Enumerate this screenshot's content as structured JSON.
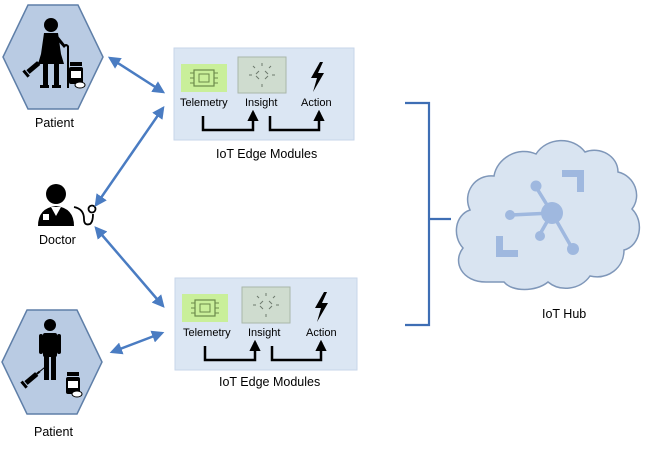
{
  "patients": [
    {
      "label": "Patient"
    },
    {
      "label": "Patient"
    }
  ],
  "doctor": {
    "label": "Doctor"
  },
  "edge_groups": [
    {
      "caption": "IoT Edge Modules",
      "modules": [
        {
          "label": "Telemetry"
        },
        {
          "label": "Insight"
        },
        {
          "label": "Action"
        }
      ]
    },
    {
      "caption": "IoT Edge Modules",
      "modules": [
        {
          "label": "Telemetry"
        },
        {
          "label": "Insight"
        },
        {
          "label": "Action"
        }
      ]
    }
  ],
  "hub": {
    "label": "IoT Hub"
  },
  "colors": {
    "hexagon_fill": "#b9cbe3",
    "hexagon_stroke": "#5f7fa8",
    "module_panel": "#dbe6f3",
    "arrow_blue": "#4a7cc2",
    "telemetry_chip": "#c9ef9a",
    "insight_tile": "#cfdccf",
    "cloud_fill": "#d9e4f1",
    "hub_icon": "#9fb8df"
  },
  "icons": [
    "person-with-cane-icon",
    "person-icon",
    "syringe-icon",
    "pill-bottle-icon",
    "doctor-icon",
    "stethoscope-icon",
    "chip-icon",
    "insight-icon",
    "lightning-bolt-icon",
    "iot-hub-icon",
    "cloud-icon"
  ]
}
